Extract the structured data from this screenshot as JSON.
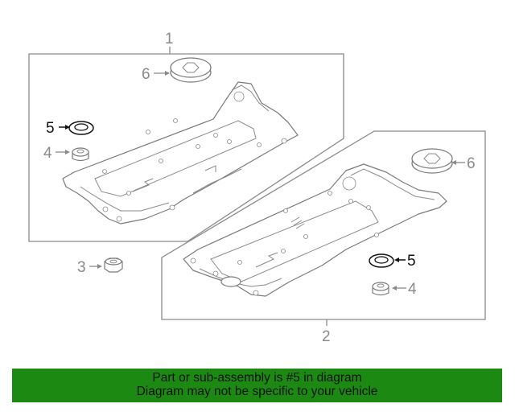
{
  "callouts": {
    "c1": "1",
    "c2": "2",
    "c3": "3",
    "c4a": "4",
    "c4b": "4",
    "c5a": "5",
    "c5b": "5",
    "c6a": "6",
    "c6b": "6"
  },
  "highlight_part": "5",
  "banner": {
    "line1": "Part or sub-assembly is #5 in diagram",
    "line2": "Diagram may not be specific to your vehicle",
    "color": "#1c8a12"
  }
}
